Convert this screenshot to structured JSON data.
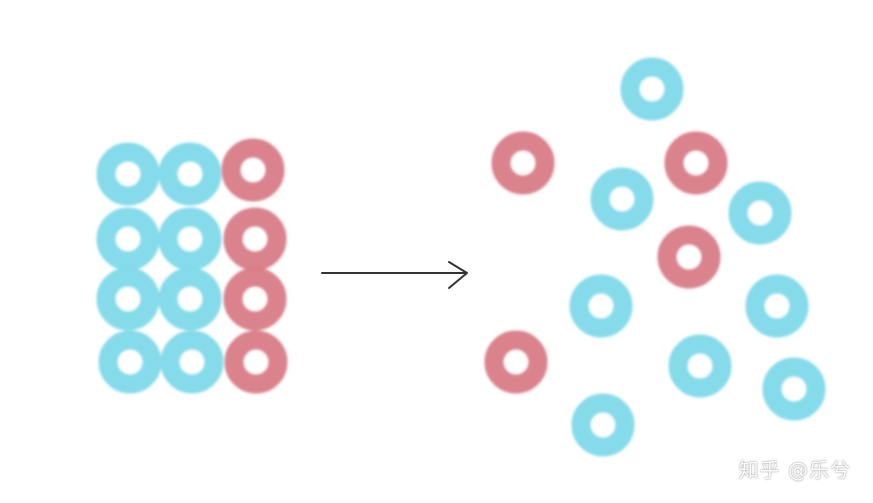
{
  "colors": {
    "blue": "#7fd9ea",
    "red": "#d87c86",
    "arrow": "#333333",
    "background": "#ffffff"
  },
  "legend": {
    "left_group": "ordered-grid-of-rings",
    "right_group": "scattered-rings"
  },
  "watermark": {
    "text": "知乎 @乐兮"
  }
}
